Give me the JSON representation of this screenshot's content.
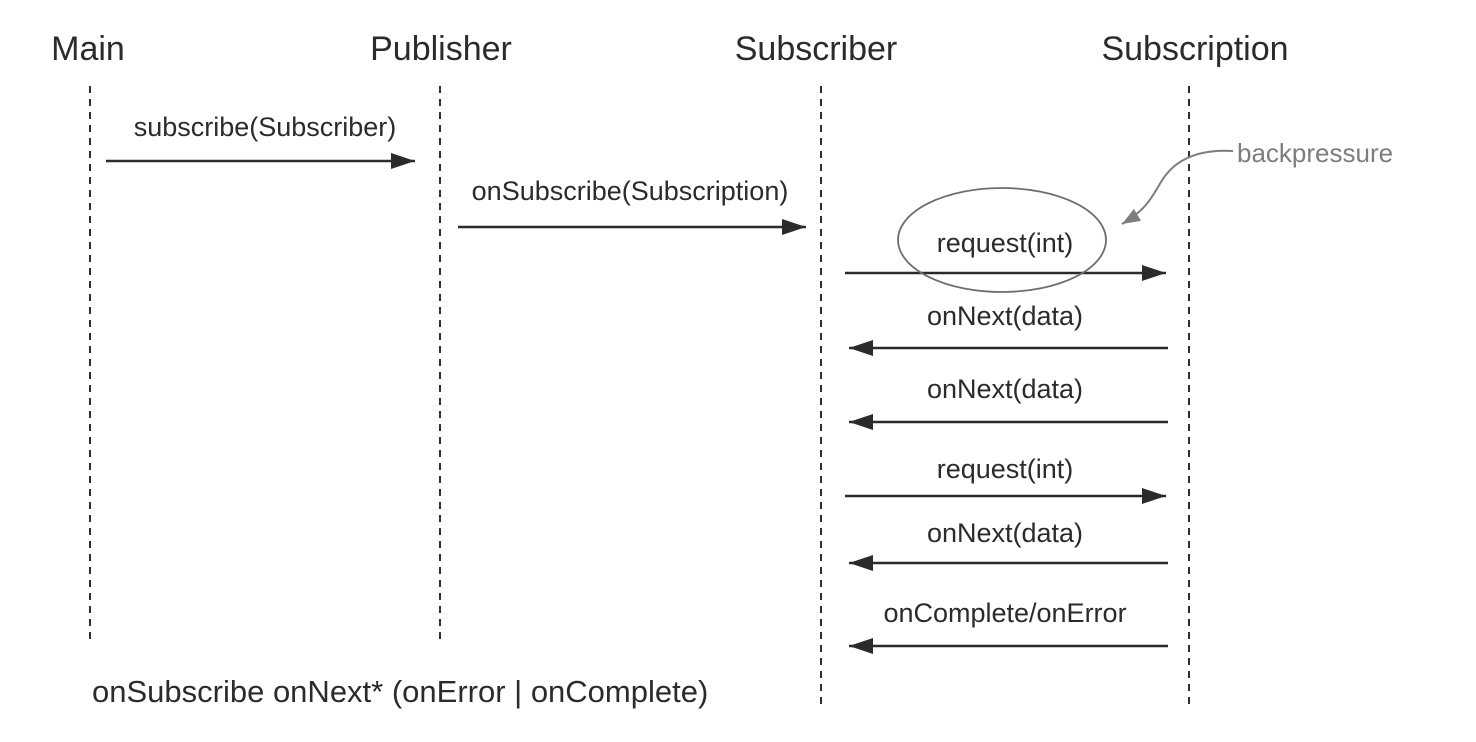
{
  "diagram": {
    "type": "sequence-diagram",
    "participants": [
      {
        "name": "Main"
      },
      {
        "name": "Publisher"
      },
      {
        "name": "Subscriber"
      },
      {
        "name": "Subscription"
      }
    ],
    "messages": [
      {
        "label": "subscribe(Subscriber)",
        "from": "Main",
        "to": "Publisher",
        "direction": "right",
        "highlighted": false
      },
      {
        "label": "onSubscribe(Subscription)",
        "from": "Publisher",
        "to": "Subscriber",
        "direction": "right",
        "highlighted": false
      },
      {
        "label": "request(int)",
        "from": "Subscriber",
        "to": "Subscription",
        "direction": "right",
        "highlighted": true
      },
      {
        "label": "onNext(data)",
        "from": "Subscription",
        "to": "Subscriber",
        "direction": "left",
        "highlighted": false
      },
      {
        "label": "onNext(data)",
        "from": "Subscription",
        "to": "Subscriber",
        "direction": "left",
        "highlighted": false
      },
      {
        "label": "request(int)",
        "from": "Subscriber",
        "to": "Subscription",
        "direction": "right",
        "highlighted": false
      },
      {
        "label": "onNext(data)",
        "from": "Subscription",
        "to": "Subscriber",
        "direction": "left",
        "highlighted": false
      },
      {
        "label": "onComplete/onError",
        "from": "Subscription",
        "to": "Subscriber",
        "direction": "left",
        "highlighted": false
      }
    ],
    "annotation": {
      "label": "backpressure"
    },
    "footer": "onSubscribe onNext* (onError | onComplete)",
    "colors": {
      "line": "#2b2b2b",
      "text": "#2b2b2b",
      "annotation_gray": "#7d7d7d",
      "ellipse_gray": "#6e6e6e",
      "background": "#ffffff"
    }
  }
}
